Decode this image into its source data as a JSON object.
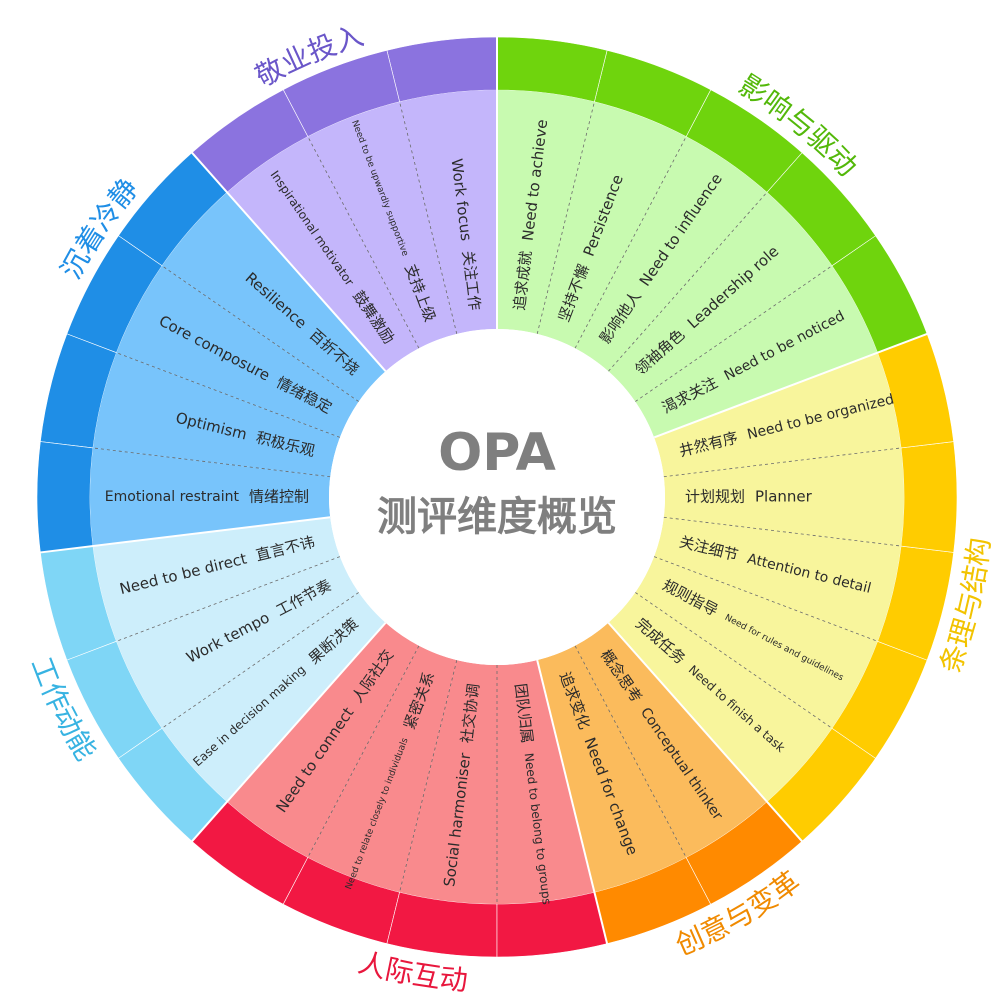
{
  "center": {
    "title": "OPA",
    "subtitle": "测评维度概览"
  },
  "groups": [
    {
      "key": "engagement",
      "label": "敬业投入",
      "outer_color": "#8b73df",
      "inner_color": "#c4b6fb",
      "label_color": "#6a56c9",
      "items": [
        {
          "en": "Work focus",
          "zh": "关注工作"
        },
        {
          "en": "Need to be upwardly supportive",
          "zh": "支持上级"
        },
        {
          "en": "Inspirational motivator",
          "zh": "鼓舞激励"
        }
      ]
    },
    {
      "key": "calm",
      "label": "沉着冷静",
      "outer_color": "#1f8ee6",
      "inner_color": "#78c4fb",
      "label_color": "#1f8ee6",
      "items": [
        {
          "en": "Resilience",
          "zh": "百折不挠"
        },
        {
          "en": "Core composure",
          "zh": "情绪稳定"
        },
        {
          "en": "Optimism",
          "zh": "积极乐观"
        },
        {
          "en": "Emotional restraint",
          "zh": "情绪控制"
        }
      ]
    },
    {
      "key": "work_drive",
      "label": "工作动能",
      "outer_color": "#7fd6f6",
      "inner_color": "#cdeefb",
      "label_color": "#37b3e2",
      "items": [
        {
          "en": "Need to be direct",
          "zh": "直言不讳"
        },
        {
          "en": "Work tempo",
          "zh": "工作节奏"
        },
        {
          "en": "Ease in decision making",
          "zh": "果断决策"
        }
      ]
    },
    {
      "key": "interpersonal",
      "label": "人际互动",
      "outer_color": "#f21843",
      "inner_color": "#f98a8d",
      "label_color": "#e8173d",
      "items": [
        {
          "en": "Need to connect",
          "zh": "人际社交"
        },
        {
          "en": "Need to relate closely to individuals",
          "zh": "紧密关系"
        },
        {
          "en": "Social harmoniser",
          "zh": "社交协调"
        },
        {
          "en": "Need to belong to groups",
          "zh": "团队归属"
        }
      ]
    },
    {
      "key": "innovation",
      "label": "创意与变革",
      "outer_color": "#ff8a00",
      "inner_color": "#fbbb5c",
      "label_color": "#f08a00",
      "items": [
        {
          "en": "Need for change",
          "zh": "追求变化"
        },
        {
          "en": "Conceptual thinker",
          "zh": "概念思考"
        }
      ]
    },
    {
      "key": "structure",
      "label": "条理与结构",
      "outer_color": "#ffcc00",
      "inner_color": "#f8f59c",
      "label_color": "#f2c300",
      "items": [
        {
          "en": "Need to finish a task",
          "zh": "完成任务"
        },
        {
          "en": "Need for rules and guidelines",
          "zh": "规则指导"
        },
        {
          "en": "Attention to detail",
          "zh": "关注细节"
        },
        {
          "en": "Planner",
          "zh": "计划规划"
        },
        {
          "en": "Need to be organized",
          "zh": "井然有序"
        }
      ]
    },
    {
      "key": "influence",
      "label": "影响与驱动",
      "outer_color": "#6fd40d",
      "inner_color": "#c8fab0",
      "label_color": "#53b80a",
      "items": [
        {
          "en": "Need to be noticed",
          "zh": "渴求关注"
        },
        {
          "en": "Leadership role",
          "zh": "领袖角色"
        },
        {
          "en": "Need to influence",
          "zh": "影响他人"
        },
        {
          "en": "Persistence",
          "zh": "坚持不懈"
        },
        {
          "en": "Need to achieve",
          "zh": "追求成就"
        }
      ]
    }
  ]
}
